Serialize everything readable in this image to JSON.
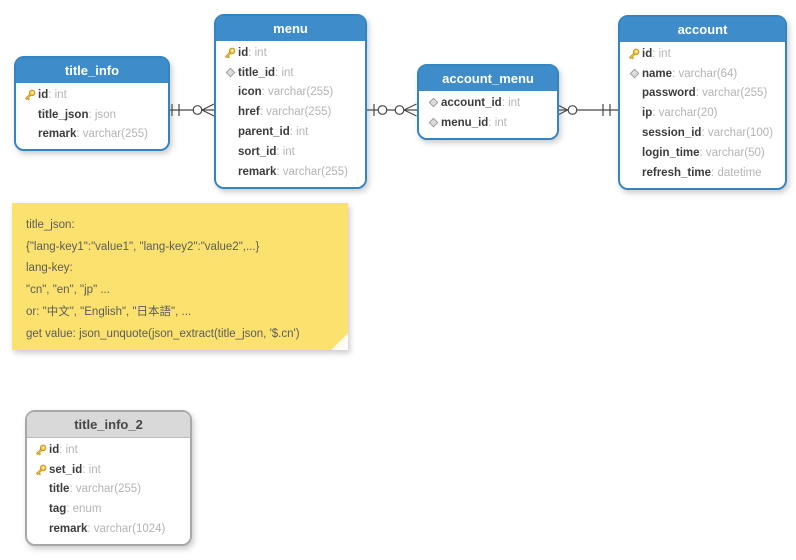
{
  "tables": [
    {
      "title": "title_info",
      "style": "blue",
      "fields": [
        {
          "icon": "key",
          "name": "id",
          "type": "int"
        },
        {
          "icon": "",
          "name": "title_json",
          "type": "json"
        },
        {
          "icon": "",
          "name": "remark",
          "type": "varchar(255)"
        }
      ]
    },
    {
      "title": "menu",
      "style": "blue",
      "fields": [
        {
          "icon": "key",
          "name": "id",
          "type": "int"
        },
        {
          "icon": "diamond",
          "name": "title_id",
          "type": "int"
        },
        {
          "icon": "",
          "name": "icon",
          "type": "varchar(255)"
        },
        {
          "icon": "",
          "name": "href",
          "type": "varchar(255)"
        },
        {
          "icon": "",
          "name": "parent_id",
          "type": "int"
        },
        {
          "icon": "",
          "name": "sort_id",
          "type": "int"
        },
        {
          "icon": "",
          "name": "remark",
          "type": "varchar(255)"
        }
      ]
    },
    {
      "title": "account_menu",
      "style": "blue",
      "fields": [
        {
          "icon": "diamond",
          "name": "account_id",
          "type": "int"
        },
        {
          "icon": "diamond",
          "name": "menu_id",
          "type": "int"
        }
      ]
    },
    {
      "title": "account",
      "style": "blue",
      "fields": [
        {
          "icon": "key",
          "name": "id",
          "type": "int"
        },
        {
          "icon": "diamond",
          "name": "name",
          "type": "varchar(64)"
        },
        {
          "icon": "",
          "name": "password",
          "type": "varchar(255)"
        },
        {
          "icon": "",
          "name": "ip",
          "type": "varchar(20)"
        },
        {
          "icon": "",
          "name": "session_id",
          "type": "varchar(100)"
        },
        {
          "icon": "",
          "name": "login_time",
          "type": "varchar(50)"
        },
        {
          "icon": "",
          "name": "refresh_time",
          "type": "datetime"
        }
      ]
    },
    {
      "title": "title_info_2",
      "style": "gray",
      "fields": [
        {
          "icon": "key",
          "name": "id",
          "type": "int"
        },
        {
          "icon": "key",
          "name": "set_id",
          "type": "int"
        },
        {
          "icon": "",
          "name": "title",
          "type": "varchar(255)"
        },
        {
          "icon": "",
          "name": "tag",
          "type": "enum"
        },
        {
          "icon": "",
          "name": "remark",
          "type": "varchar(1024)"
        }
      ]
    }
  ],
  "note": {
    "lines": [
      "title_json:",
      "{\"lang-key1\":\"value1\", \"lang-key2\":\"value2\",...}",
      "lang-key:",
      "\"cn\", \"en\", \"jp\" ...",
      "or: \"中文\", \"English\", \"日本語\", ...",
      "get value: json_unquote(json_extract(title_json, '$.cn')"
    ]
  },
  "relationships": [
    {
      "from_table": "title_info",
      "to_table": "menu",
      "from_symbol": "||",
      "to_symbol": "o<"
    },
    {
      "from_table": "menu",
      "to_table": "account_menu",
      "from_symbol": "|o",
      "to_symbol": "o<"
    },
    {
      "from_table": "account_menu",
      "to_table": "account",
      "from_symbol": ">o",
      "to_symbol": "||"
    }
  ],
  "colors": {
    "table_header_blue": "#3e8cc9",
    "table_border_blue": "#3384c2",
    "gray_header": "#d9d9d9",
    "gray_border": "#a8a8a8",
    "note_yellow": "#fbe16d",
    "key_icon_gold": "#f6c93c",
    "diamond_gray": "#dcdcdc",
    "connector_line": "#474747",
    "field_name_text": "#3c3c3c",
    "field_type_text": "#b4b4b4"
  }
}
